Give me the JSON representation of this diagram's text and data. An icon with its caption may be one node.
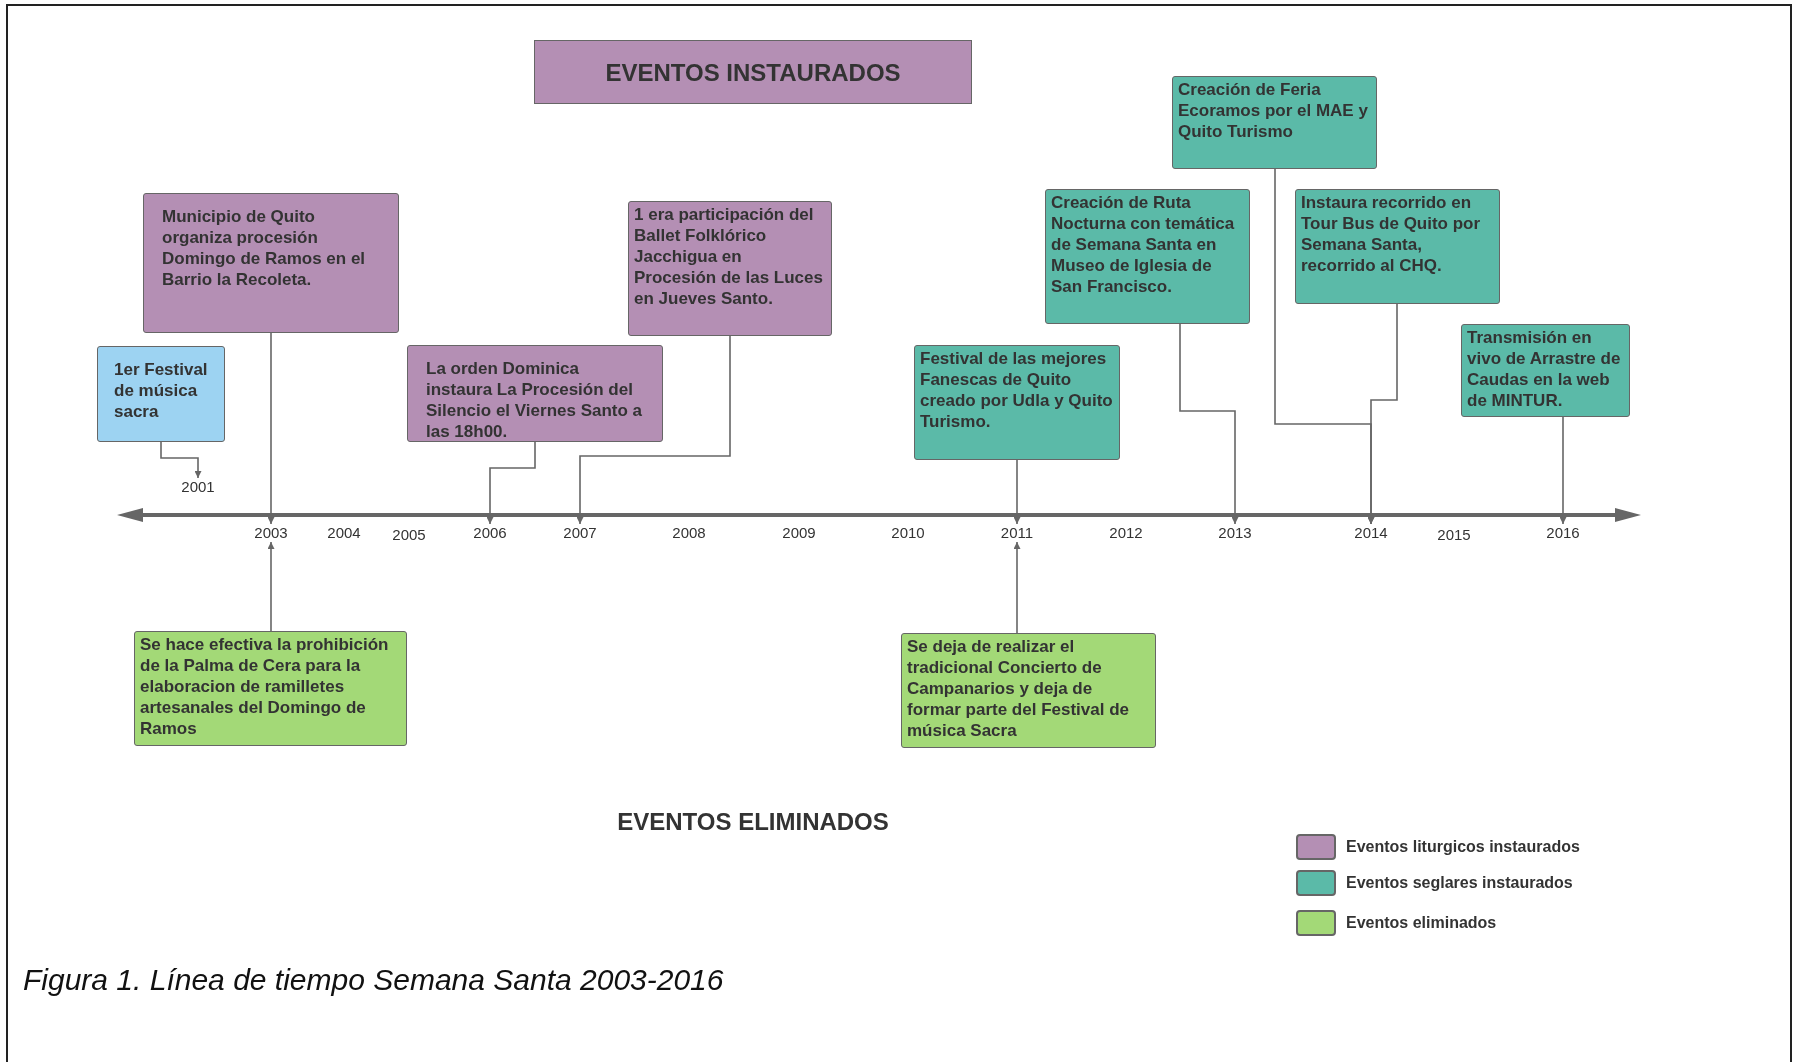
{
  "diagram": {
    "caption": "Figura 1. Línea de tiempo Semana Santa 2003-2016",
    "nodes": [
      {
        "text": [
          "EVENTOS INSTAURADOS"
        ]
      },
      {
        "text": [
          "Creación de Feria Ecoramos  por el MAE y Quito Turismo"
        ]
      },
      {
        "text": [
          "Municipio de Quito organiza procesión Domingo de Ramos en el Barrio la Recoleta."
        ]
      },
      {
        "text": [
          "1 era participación del Ballet Folklórico Jacchigua en Procesión de las Luces en Jueves Santo."
        ]
      },
      {
        "text": [
          "Creación de Ruta Nocturna con temática de Semana Santa en Museo de Iglesia de San Francisco."
        ]
      },
      {
        "text": [
          "Instaura recorrido en Tour Bus de Quito por Semana Santa, recorrido al CHQ."
        ]
      },
      {
        "text": [
          "1er Festival de música sacra"
        ]
      },
      {
        "text": [
          "La orden Dominica instaura La Procesión del Silencio el Viernes Santo a las 18h00."
        ]
      },
      {
        "text": [
          "Festival de las mejores Fanescas de Quito creado por Udla y Quito Turismo."
        ]
      },
      {
        "text": [
          "Transmisión en vivo de Arrastre de Caudas en la web de MINTUR."
        ]
      },
      {
        "text": [
          "2001"
        ]
      },
      {
        "text": [
          "2003"
        ]
      },
      {
        "text": [
          "2006"
        ]
      },
      {
        "text": [
          "2007"
        ]
      },
      {
        "text": [
          "2011"
        ]
      },
      {
        "text": [
          "2013"
        ]
      },
      {
        "text": [
          "2014"
        ]
      },
      {
        "text": [
          "2016"
        ]
      },
      {
        "text": [
          "Se hace efectiva la prohibición de la Palma de Cera para la elaboracion de ramilletes artesanales del Domingo de Ramos"
        ]
      },
      {
        "text": [
          "Se deja de realizar el tradicional Concierto de Campanarios y deja de formar parte del Festival de música Sacra"
        ]
      }
    ],
    "edges": [
      {
        "from": 6,
        "to": 10,
        "arrow": "to"
      },
      {
        "from": 2,
        "to": 11,
        "arrow": "to"
      },
      {
        "from": 7,
        "to": 12,
        "arrow": "to"
      },
      {
        "from": 3,
        "to": 13,
        "arrow": "to"
      },
      {
        "from": 8,
        "to": 14,
        "arrow": "to"
      },
      {
        "from": 4,
        "to": 15,
        "arrow": "to"
      },
      {
        "from": 1,
        "to": 16,
        "arrow": "to"
      },
      {
        "from": 5,
        "to": 16,
        "arrow": "to"
      },
      {
        "from": 9,
        "to": 17,
        "arrow": "to"
      },
      {
        "from": 18,
        "to": 11,
        "arrow": "to"
      },
      {
        "from": 19,
        "to": 14,
        "arrow": "to"
      }
    ],
    "labels": [
      "2004",
      "2005",
      "2008",
      "2009",
      "2010",
      "2012",
      "2015",
      "EVENTOS ELIMINADOS"
    ],
    "legend": [
      {
        "text": "Eventos liturgicos instaurados",
        "color": "#b48fb4"
      },
      {
        "text": "Eventos seglares instaurados",
        "color": "#5bbaa8"
      },
      {
        "text": "Eventos eliminados",
        "color": "#a3d977"
      }
    ]
  }
}
